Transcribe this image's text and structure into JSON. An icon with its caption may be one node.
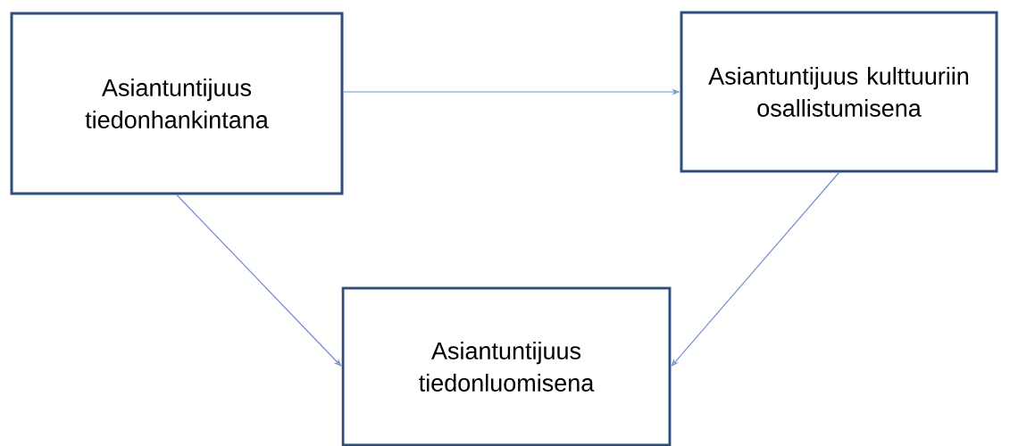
{
  "diagram": {
    "nodes": [
      {
        "text": [
          "Asiantuntijuus tiedonhankintana"
        ]
      },
      {
        "text": [
          "Asiantuntijuus kulttuuriin osallistumisena"
        ]
      },
      {
        "text": [
          "Asiantuntijuus tiedonluomisena"
        ]
      }
    ],
    "edges": [
      {
        "from": 0,
        "to": 1,
        "arrow": "to"
      },
      {
        "from": 0,
        "to": 2,
        "arrow": "to"
      },
      {
        "from": 1,
        "to": 2,
        "arrow": "to"
      }
    ]
  }
}
